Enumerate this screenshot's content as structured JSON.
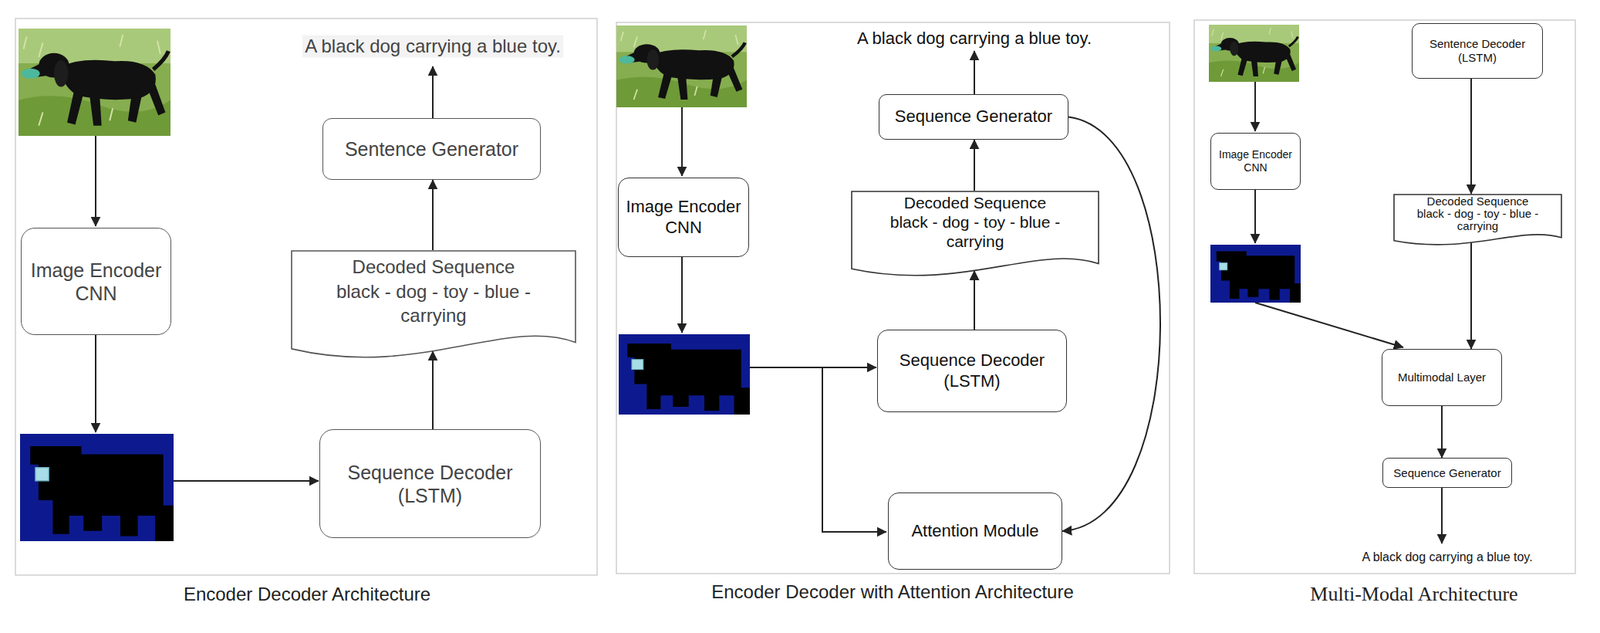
{
  "diagram": {
    "nodes": [
      {
        "text": [
          "Image Encoder CNN"
        ]
      },
      {
        "text": [
          "Sequence Decoder (LSTM)"
        ]
      },
      {
        "text": [
          "Decoded Sequence",
          "black - dog - toy - blue - carrying"
        ]
      },
      {
        "text": [
          "Sentence Generator"
        ]
      },
      {
        "text": [
          "Image Encoder CNN"
        ]
      },
      {
        "text": [
          "Sequence Decoder (LSTM)"
        ]
      },
      {
        "text": [
          "Decoded Sequence",
          "black - dog - toy - blue - carrying"
        ]
      },
      {
        "text": [
          "Sequence Generator"
        ]
      },
      {
        "text": [
          "Attention Module"
        ]
      },
      {
        "text": [
          "Image Encoder CNN"
        ]
      },
      {
        "text": [
          "Sentence Decoder (LSTM)"
        ]
      },
      {
        "text": [
          "Decoded Sequence",
          "black - dog - toy - blue - carrying"
        ]
      },
      {
        "text": [
          "Multimodal Layer"
        ]
      },
      {
        "text": [
          "Sequence Generator"
        ]
      }
    ],
    "edges": [
      {
        "from": 1,
        "to": 2,
        "arrow": "to"
      },
      {
        "from": 2,
        "to": 3,
        "arrow": "to"
      },
      {
        "from": 5,
        "to": 6,
        "arrow": "to"
      },
      {
        "from": 6,
        "to": 7,
        "arrow": "to"
      },
      {
        "from": 7,
        "to": 8,
        "arrow": "to"
      },
      {
        "from": 10,
        "to": 11,
        "arrow": "to"
      },
      {
        "from": 11,
        "to": 12,
        "arrow": "to"
      },
      {
        "from": 12,
        "to": 13,
        "arrow": "to"
      }
    ],
    "labels": [
      "A black dog carrying a blue toy.",
      "Encoder Decoder Architecture",
      "A black dog carrying a blue toy.",
      "Encoder Decoder with Attention Architecture",
      "A black dog carrying a blue toy.",
      "Multi-Modal Architecture"
    ]
  }
}
